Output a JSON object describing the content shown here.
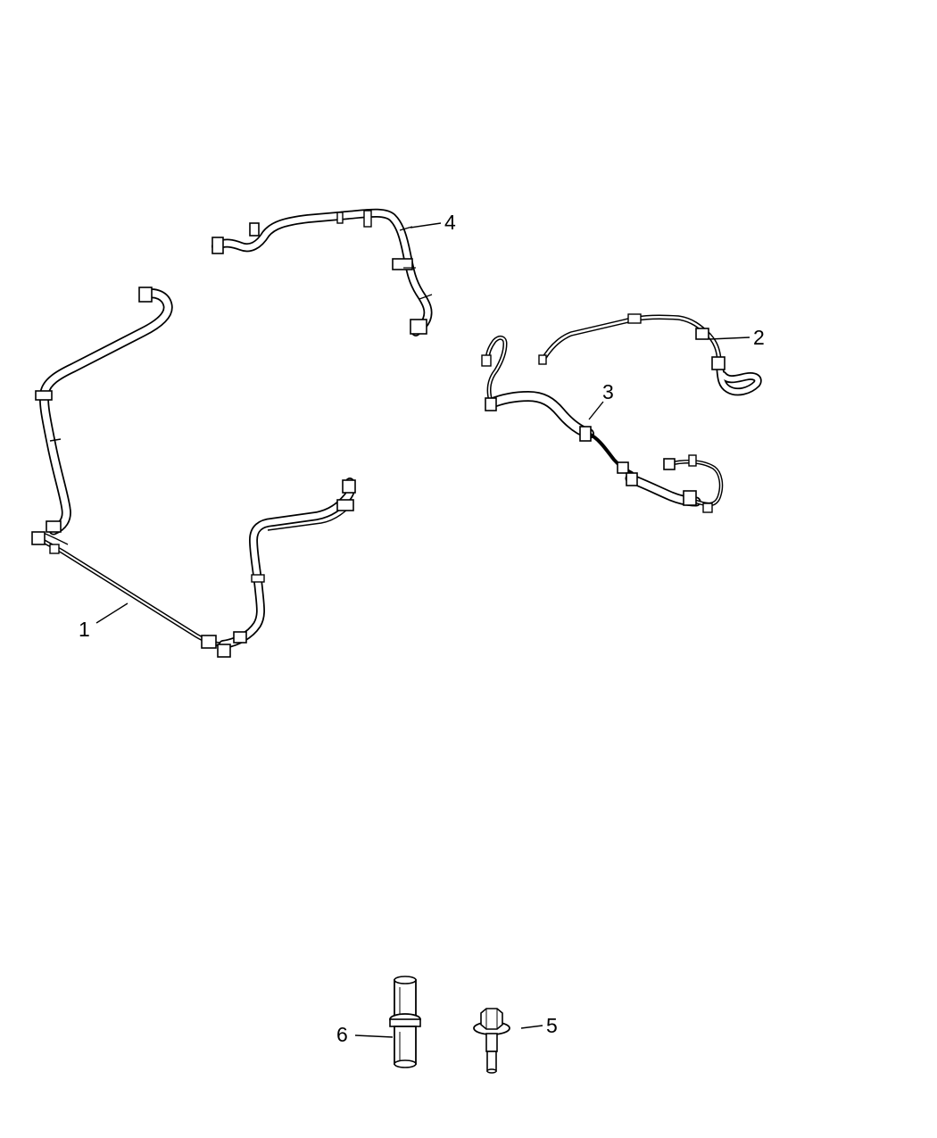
{
  "diagram": {
    "line_color": "#000000",
    "background": "#ffffff",
    "parts": [
      {
        "id": "part-1",
        "callout": "1"
      },
      {
        "id": "part-2",
        "callout": "2"
      },
      {
        "id": "part-3",
        "callout": "3"
      },
      {
        "id": "part-4",
        "callout": "4"
      },
      {
        "id": "part-5",
        "callout": "5"
      },
      {
        "id": "part-6",
        "callout": "6"
      }
    ]
  }
}
